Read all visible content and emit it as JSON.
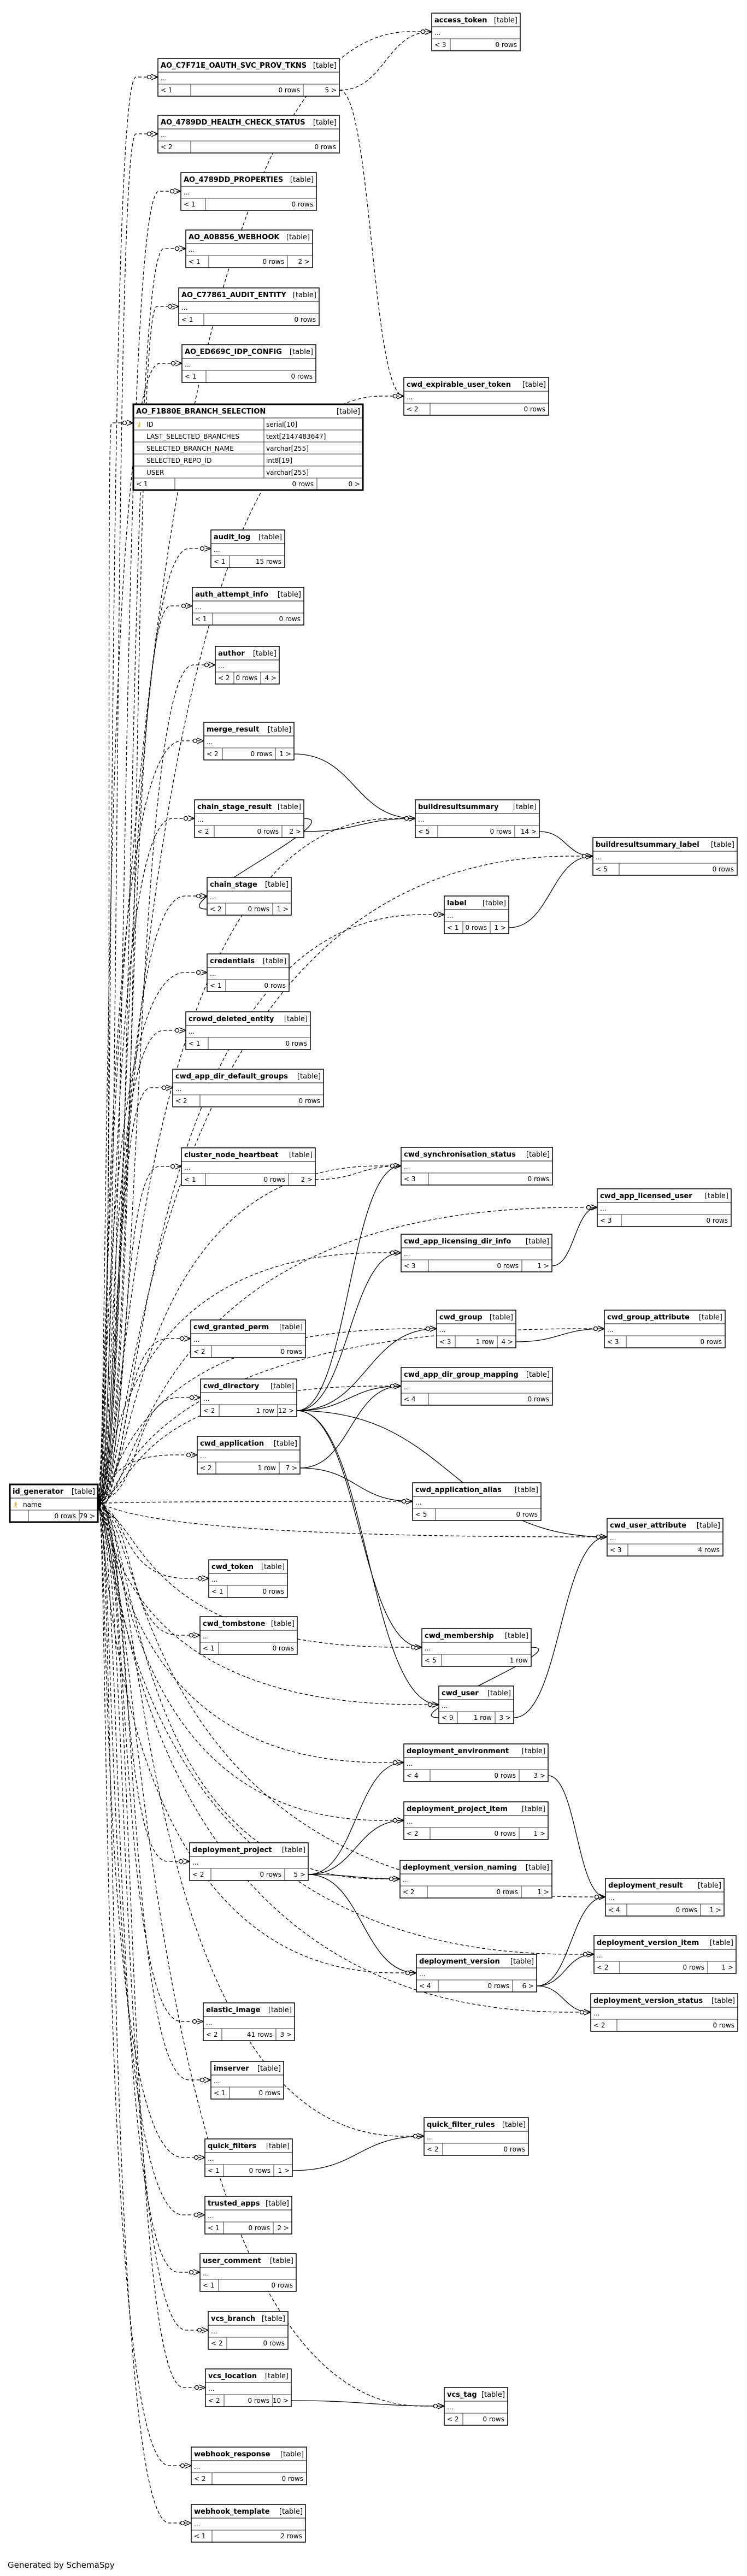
{
  "tables": [
    {
      "id": "access_token",
      "name": "access_token",
      "type": "[table]",
      "parents": "< 3",
      "rows": "0 rows",
      "children": "",
      "columns": []
    },
    {
      "id": "ao_c7f71e",
      "name": "AO_C7F71E_OAUTH_SVC_PROV_TKNS",
      "type": "[table]",
      "parents": "< 1",
      "rows": "0 rows",
      "children": "5 >",
      "columns": []
    },
    {
      "id": "ao_4789dd_health",
      "name": "AO_4789DD_HEALTH_CHECK_STATUS",
      "type": "[table]",
      "parents": "< 2",
      "rows": "0 rows",
      "children": "",
      "columns": []
    },
    {
      "id": "ao_4789dd_props",
      "name": "AO_4789DD_PROPERTIES",
      "type": "[table]",
      "parents": "< 1",
      "rows": "0 rows",
      "children": "",
      "columns": []
    },
    {
      "id": "ao_a0b856",
      "name": "AO_A0B856_WEBHOOK",
      "type": "[table]",
      "parents": "< 1",
      "rows": "0 rows",
      "children": "2 >",
      "columns": []
    },
    {
      "id": "ao_c77861",
      "name": "AO_C77861_AUDIT_ENTITY",
      "type": "[table]",
      "parents": "< 1",
      "rows": "0 rows",
      "children": "",
      "columns": []
    },
    {
      "id": "ao_ed669c",
      "name": "AO_ED669C_IDP_CONFIG",
      "type": "[table]",
      "parents": "< 1",
      "rows": "0 rows",
      "children": "",
      "columns": []
    },
    {
      "id": "ao_f1b80e",
      "name": "AO_F1B80E_BRANCH_SELECTION",
      "type": "[table]",
      "parents": "< 1",
      "rows": "0 rows",
      "children": "0 >",
      "columns": [
        {
          "key": true,
          "name": "ID",
          "type": "serial[10]"
        },
        {
          "key": false,
          "name": "LAST_SELECTED_BRANCHES",
          "type": "text[2147483647]"
        },
        {
          "key": false,
          "name": "SELECTED_BRANCH_NAME",
          "type": "varchar[255]"
        },
        {
          "key": false,
          "name": "SELECTED_REPO_ID",
          "type": "int8[19]"
        },
        {
          "key": false,
          "name": "USER",
          "type": "varchar[255]"
        }
      ]
    },
    {
      "id": "cwd_expirable_user_token",
      "name": "cwd_expirable_user_token",
      "type": "[table]",
      "parents": "< 2",
      "rows": "0 rows",
      "children": "",
      "columns": []
    },
    {
      "id": "audit_log",
      "name": "audit_log",
      "type": "[table]",
      "parents": "< 1",
      "rows": "15 rows",
      "children": "",
      "columns": []
    },
    {
      "id": "auth_attempt_info",
      "name": "auth_attempt_info",
      "type": "[table]",
      "parents": "< 1",
      "rows": "0 rows",
      "children": "",
      "columns": []
    },
    {
      "id": "author",
      "name": "author",
      "type": "[table]",
      "parents": "< 2",
      "rows": "0 rows",
      "children": "4 >",
      "columns": []
    },
    {
      "id": "merge_result",
      "name": "merge_result",
      "type": "[table]",
      "parents": "< 2",
      "rows": "0 rows",
      "children": "1 >",
      "columns": []
    },
    {
      "id": "buildresultsummary",
      "name": "buildresultsummary",
      "type": "[table]",
      "parents": "< 5",
      "rows": "0 rows",
      "children": "14 >",
      "columns": []
    },
    {
      "id": "chain_stage_result",
      "name": "chain_stage_result",
      "type": "[table]",
      "parents": "< 2",
      "rows": "0 rows",
      "children": "2 >",
      "columns": []
    },
    {
      "id": "buildresultsummary_label",
      "name": "buildresultsummary_label",
      "type": "[table]",
      "parents": "< 5",
      "rows": "0 rows",
      "children": "",
      "columns": []
    },
    {
      "id": "chain_stage",
      "name": "chain_stage",
      "type": "[table]",
      "parents": "< 2",
      "rows": "0 rows",
      "children": "1 >",
      "columns": []
    },
    {
      "id": "label",
      "name": "label",
      "type": "[table]",
      "parents": "< 1",
      "rows": "0 rows",
      "children": "1 >",
      "columns": []
    },
    {
      "id": "credentials",
      "name": "credentials",
      "type": "[table]",
      "parents": "< 1",
      "rows": "0 rows",
      "children": "",
      "columns": []
    },
    {
      "id": "crowd_deleted_entity",
      "name": "crowd_deleted_entity",
      "type": "[table]",
      "parents": "< 1",
      "rows": "0 rows",
      "children": "",
      "columns": []
    },
    {
      "id": "cwd_app_dir_default_groups",
      "name": "cwd_app_dir_default_groups",
      "type": "[table]",
      "parents": "< 2",
      "rows": "0 rows",
      "children": "",
      "columns": []
    },
    {
      "id": "cluster_node_heartbeat",
      "name": "cluster_node_heartbeat",
      "type": "[table]",
      "parents": "< 1",
      "rows": "0 rows",
      "children": "2 >",
      "columns": []
    },
    {
      "id": "cwd_synchronisation_status",
      "name": "cwd_synchronisation_status",
      "type": "[table]",
      "parents": "< 3",
      "rows": "0 rows",
      "children": "",
      "columns": []
    },
    {
      "id": "cwd_app_licensed_user",
      "name": "cwd_app_licensed_user",
      "type": "[table]",
      "parents": "< 3",
      "rows": "0 rows",
      "children": "",
      "columns": []
    },
    {
      "id": "cwd_app_licensing_dir_info",
      "name": "cwd_app_licensing_dir_info",
      "type": "[table]",
      "parents": "< 3",
      "rows": "0 rows",
      "children": "1 >",
      "columns": []
    },
    {
      "id": "cwd_group",
      "name": "cwd_group",
      "type": "[table]",
      "parents": "< 3",
      "rows": "1 row",
      "children": "4 >",
      "columns": []
    },
    {
      "id": "cwd_group_attribute",
      "name": "cwd_group_attribute",
      "type": "[table]",
      "parents": "< 3",
      "rows": "0 rows",
      "children": "",
      "columns": []
    },
    {
      "id": "cwd_granted_perm",
      "name": "cwd_granted_perm",
      "type": "[table]",
      "parents": "< 2",
      "rows": "0 rows",
      "children": "",
      "columns": []
    },
    {
      "id": "cwd_app_dir_group_mapping",
      "name": "cwd_app_dir_group_mapping",
      "type": "[table]",
      "parents": "< 4",
      "rows": "0 rows",
      "children": "",
      "columns": []
    },
    {
      "id": "cwd_directory",
      "name": "cwd_directory",
      "type": "[table]",
      "parents": "< 2",
      "rows": "1 row",
      "children": "12 >",
      "columns": []
    },
    {
      "id": "cwd_application",
      "name": "cwd_application",
      "type": "[table]",
      "parents": "< 2",
      "rows": "1 row",
      "children": "7 >",
      "columns": []
    },
    {
      "id": "cwd_application_alias",
      "name": "cwd_application_alias",
      "type": "[table]",
      "parents": "< 5",
      "rows": "0 rows",
      "children": "",
      "columns": []
    },
    {
      "id": "id_generator",
      "name": "id_generator",
      "type": "[table]",
      "parents": "",
      "rows": "0 rows",
      "children": "79 >",
      "columns": [
        {
          "key": true,
          "name": "name",
          "type": ""
        }
      ]
    },
    {
      "id": "cwd_user_attribute",
      "name": "cwd_user_attribute",
      "type": "[table]",
      "parents": "< 3",
      "rows": "4 rows",
      "children": "",
      "columns": []
    },
    {
      "id": "cwd_token",
      "name": "cwd_token",
      "type": "[table]",
      "parents": "< 1",
      "rows": "0 rows",
      "children": "",
      "columns": []
    },
    {
      "id": "cwd_tombstone",
      "name": "cwd_tombstone",
      "type": "[table]",
      "parents": "< 1",
      "rows": "0 rows",
      "children": "",
      "columns": []
    },
    {
      "id": "cwd_membership",
      "name": "cwd_membership",
      "type": "[table]",
      "parents": "< 5",
      "rows": "1 row",
      "children": "",
      "columns": []
    },
    {
      "id": "cwd_user",
      "name": "cwd_user",
      "type": "[table]",
      "parents": "< 9",
      "rows": "1 row",
      "children": "3 >",
      "columns": []
    },
    {
      "id": "deployment_environment",
      "name": "deployment_environment",
      "type": "[table]",
      "parents": "< 4",
      "rows": "0 rows",
      "children": "3 >",
      "columns": []
    },
    {
      "id": "deployment_project_item",
      "name": "deployment_project_item",
      "type": "[table]",
      "parents": "< 2",
      "rows": "0 rows",
      "children": "1 >",
      "columns": []
    },
    {
      "id": "deployment_project",
      "name": "deployment_project",
      "type": "[table]",
      "parents": "< 2",
      "rows": "0 rows",
      "children": "5 >",
      "columns": []
    },
    {
      "id": "deployment_version_naming",
      "name": "deployment_version_naming",
      "type": "[table]",
      "parents": "< 2",
      "rows": "0 rows",
      "children": "1 >",
      "columns": []
    },
    {
      "id": "deployment_result",
      "name": "deployment_result",
      "type": "[table]",
      "parents": "< 4",
      "rows": "0 rows",
      "children": "1 >",
      "columns": []
    },
    {
      "id": "deployment_version",
      "name": "deployment_version",
      "type": "[table]",
      "parents": "< 4",
      "rows": "0 rows",
      "children": "6 >",
      "columns": []
    },
    {
      "id": "deployment_version_item",
      "name": "deployment_version_item",
      "type": "[table]",
      "parents": "< 2",
      "rows": "0 rows",
      "children": "1 >",
      "columns": []
    },
    {
      "id": "deployment_version_status",
      "name": "deployment_version_status",
      "type": "[table]",
      "parents": "< 2",
      "rows": "0 rows",
      "children": "",
      "columns": []
    },
    {
      "id": "elastic_image",
      "name": "elastic_image",
      "type": "[table]",
      "parents": "< 2",
      "rows": "41 rows",
      "children": "3 >",
      "columns": []
    },
    {
      "id": "imserver",
      "name": "imserver",
      "type": "[table]",
      "parents": "< 1",
      "rows": "0 rows",
      "children": "",
      "columns": []
    },
    {
      "id": "quick_filter_rules",
      "name": "quick_filter_rules",
      "type": "[table]",
      "parents": "< 2",
      "rows": "0 rows",
      "children": "",
      "columns": []
    },
    {
      "id": "quick_filters",
      "name": "quick_filters",
      "type": "[table]",
      "parents": "< 1",
      "rows": "0 rows",
      "children": "1 >",
      "columns": []
    },
    {
      "id": "trusted_apps",
      "name": "trusted_apps",
      "type": "[table]",
      "parents": "< 1",
      "rows": "0 rows",
      "children": "2 >",
      "columns": []
    },
    {
      "id": "user_comment",
      "name": "user_comment",
      "type": "[table]",
      "parents": "< 1",
      "rows": "0 rows",
      "children": "",
      "columns": []
    },
    {
      "id": "vcs_branch",
      "name": "vcs_branch",
      "type": "[table]",
      "parents": "< 2",
      "rows": "0 rows",
      "children": "",
      "columns": []
    },
    {
      "id": "vcs_location",
      "name": "vcs_location",
      "type": "[table]",
      "parents": "< 2",
      "rows": "0 rows",
      "children": "10 >",
      "columns": []
    },
    {
      "id": "vcs_tag",
      "name": "vcs_tag",
      "type": "[table]",
      "parents": "< 2",
      "rows": "0 rows",
      "children": "",
      "columns": []
    },
    {
      "id": "webhook_response",
      "name": "webhook_response",
      "type": "[table]",
      "parents": "< 2",
      "rows": "0 rows",
      "children": "",
      "columns": []
    },
    {
      "id": "webhook_template",
      "name": "webhook_template",
      "type": "[table]",
      "parents": "< 1",
      "rows": "2 rows",
      "children": "",
      "columns": []
    }
  ],
  "ellipsis": "...",
  "footer": "Generated by SchemaSpy"
}
